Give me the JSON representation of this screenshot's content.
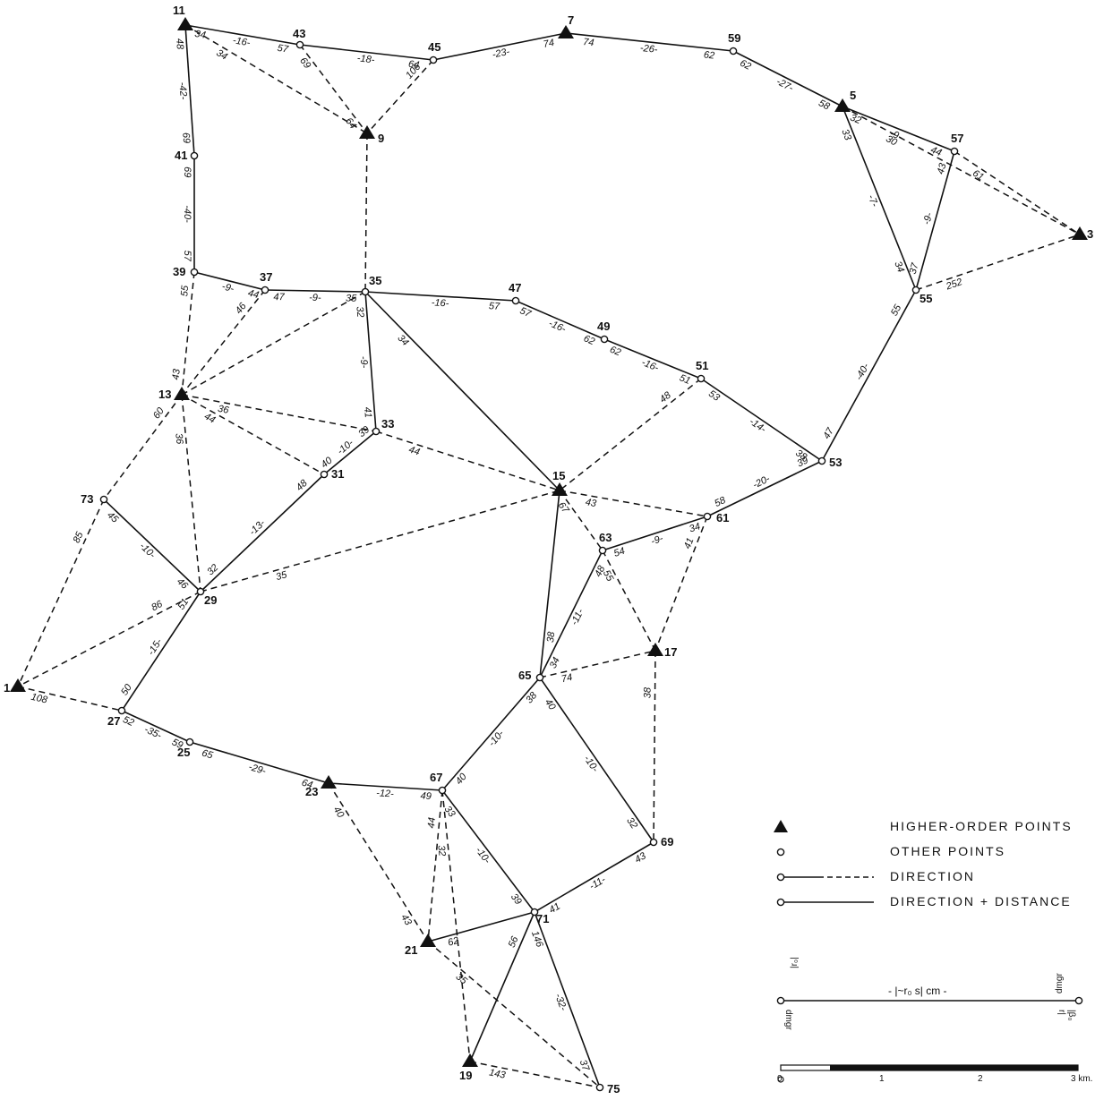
{
  "points": [
    {
      "id": "p11",
      "label": "11",
      "type": "higher"
    },
    {
      "id": "p43",
      "label": "43",
      "type": "other"
    },
    {
      "id": "p45",
      "label": "45",
      "type": "other"
    },
    {
      "id": "p7",
      "label": "7",
      "type": "higher"
    },
    {
      "id": "p59",
      "label": "59",
      "type": "other"
    },
    {
      "id": "p5",
      "label": "5",
      "type": "higher"
    },
    {
      "id": "p57",
      "label": "57",
      "type": "other"
    },
    {
      "id": "p3",
      "label": "3",
      "type": "higher"
    },
    {
      "id": "p9",
      "label": "9",
      "type": "higher"
    },
    {
      "id": "p41",
      "label": "41",
      "type": "other"
    },
    {
      "id": "p39",
      "label": "39",
      "type": "other"
    },
    {
      "id": "p37",
      "label": "37",
      "type": "other"
    },
    {
      "id": "p35",
      "label": "35",
      "type": "other"
    },
    {
      "id": "p47",
      "label": "47",
      "type": "other"
    },
    {
      "id": "p49",
      "label": "49",
      "type": "other"
    },
    {
      "id": "p51",
      "label": "51",
      "type": "other"
    },
    {
      "id": "p53",
      "label": "53",
      "type": "other"
    },
    {
      "id": "p55",
      "label": "55",
      "type": "other"
    },
    {
      "id": "p13",
      "label": "13",
      "type": "higher"
    },
    {
      "id": "p33",
      "label": "33",
      "type": "other"
    },
    {
      "id": "p31",
      "label": "31",
      "type": "other"
    },
    {
      "id": "p73",
      "label": "73",
      "type": "other"
    },
    {
      "id": "p29",
      "label": "29",
      "type": "other"
    },
    {
      "id": "p15",
      "label": "15",
      "type": "higher"
    },
    {
      "id": "p61",
      "label": "61",
      "type": "other"
    },
    {
      "id": "p63",
      "label": "63",
      "type": "other"
    },
    {
      "id": "p17",
      "label": "17",
      "type": "higher"
    },
    {
      "id": "p1",
      "label": "1",
      "type": "higher"
    },
    {
      "id": "p27",
      "label": "27",
      "type": "other"
    },
    {
      "id": "p25",
      "label": "25",
      "type": "other"
    },
    {
      "id": "p23",
      "label": "23",
      "type": "higher"
    },
    {
      "id": "p67",
      "label": "67",
      "type": "other"
    },
    {
      "id": "p65",
      "label": "65",
      "type": "other"
    },
    {
      "id": "p69",
      "label": "69",
      "type": "other"
    },
    {
      "id": "p71",
      "label": "71",
      "type": "other"
    },
    {
      "id": "p21",
      "label": "21",
      "type": "higher"
    },
    {
      "id": "p19",
      "label": "19",
      "type": "higher"
    },
    {
      "id": "p75",
      "label": "75",
      "type": "other"
    }
  ],
  "edges": [
    {
      "from": "p11",
      "to": "p43",
      "style": "solid",
      "labels": [
        "34",
        "-16-",
        "57"
      ]
    },
    {
      "from": "p43",
      "to": "p45",
      "style": "solid",
      "labels": [
        "-18-",
        "64"
      ]
    },
    {
      "from": "p45",
      "to": "p7",
      "style": "solid",
      "labels": [
        "-23-",
        "74"
      ]
    },
    {
      "from": "p7",
      "to": "p59",
      "style": "solid",
      "labels": [
        "74",
        "-26-",
        "62"
      ]
    },
    {
      "from": "p59",
      "to": "p5",
      "style": "solid",
      "labels": [
        "62",
        "-27-",
        "58"
      ]
    },
    {
      "from": "p5",
      "to": "p57",
      "style": "solid",
      "labels": [
        "32",
        "-9-",
        "44"
      ]
    },
    {
      "from": "p5",
      "to": "p55",
      "style": "solid",
      "labels": [
        "33",
        "-7-",
        "34"
      ]
    },
    {
      "from": "p57",
      "to": "p55",
      "style": "solid",
      "labels": [
        "43",
        "-9-",
        "37"
      ]
    },
    {
      "from": "p55",
      "to": "p53",
      "style": "solid",
      "labels": [
        "55",
        "-40-",
        "47"
      ]
    },
    {
      "from": "p11",
      "to": "p41",
      "style": "solid",
      "labels": [
        "48",
        "-42-",
        "69"
      ]
    },
    {
      "from": "p41",
      "to": "p39",
      "style": "solid",
      "labels": [
        "69",
        "-40-",
        "57"
      ]
    },
    {
      "from": "p39",
      "to": "p37",
      "style": "solid",
      "labels": [
        "-9-",
        "44"
      ]
    },
    {
      "from": "p37",
      "to": "p35",
      "style": "solid",
      "labels": [
        "47",
        "-9-",
        "35"
      ]
    },
    {
      "from": "p35",
      "to": "p47",
      "style": "solid",
      "labels": [
        "-16-",
        "57"
      ]
    },
    {
      "from": "p47",
      "to": "p49",
      "style": "solid",
      "labels": [
        "57",
        "-16-",
        "62"
      ]
    },
    {
      "from": "p49",
      "to": "p51",
      "style": "solid",
      "labels": [
        "62",
        "-16-",
        "51"
      ]
    },
    {
      "from": "p51",
      "to": "p53",
      "style": "solid",
      "labels": [
        "53",
        "-14-",
        "38"
      ]
    },
    {
      "from": "p53",
      "to": "p61",
      "style": "solid",
      "labels": [
        "39",
        "-20-",
        "58"
      ]
    },
    {
      "from": "p35",
      "to": "p33",
      "style": "solid",
      "labels": [
        "32",
        "-9-",
        "41"
      ]
    },
    {
      "from": "p35",
      "to": "p15",
      "style": "solid",
      "labels": [
        "34"
      ]
    },
    {
      "from": "p33",
      "to": "p31",
      "style": "solid",
      "labels": [
        "39",
        "-10-",
        "40"
      ]
    },
    {
      "from": "p31",
      "to": "p29",
      "style": "solid",
      "labels": [
        "48",
        "-13-",
        "32"
      ]
    },
    {
      "from": "p73",
      "to": "p29",
      "style": "solid",
      "labels": [
        "45",
        "-10-",
        "46"
      ]
    },
    {
      "from": "p29",
      "to": "p27",
      "style": "solid",
      "labels": [
        "51",
        "-15-",
        "50"
      ]
    },
    {
      "from": "p27",
      "to": "p25",
      "style": "solid",
      "labels": [
        "52",
        "-35-",
        "59"
      ]
    },
    {
      "from": "p25",
      "to": "p23",
      "style": "solid",
      "labels": [
        "65",
        "-29-",
        "64"
      ]
    },
    {
      "from": "p23",
      "to": "p67",
      "style": "solid",
      "labels": [
        "-12-",
        "49"
      ]
    },
    {
      "from": "p67",
      "to": "p65",
      "style": "solid",
      "labels": [
        "40",
        "-10-",
        "38"
      ]
    },
    {
      "from": "p65",
      "to": "p15",
      "style": "solid",
      "labels": [
        "38"
      ]
    },
    {
      "from": "p65",
      "to": "p63",
      "style": "solid",
      "labels": [
        "34",
        "-11-",
        "48"
      ]
    },
    {
      "from": "p63",
      "to": "p61",
      "style": "solid",
      "labels": [
        "54",
        "-9-",
        "34"
      ]
    },
    {
      "from": "p65",
      "to": "p69",
      "style": "solid",
      "labels": [
        "40",
        "-10-",
        "32"
      ]
    },
    {
      "from": "p67",
      "to": "p71",
      "style": "solid",
      "labels": [
        "33",
        "-10-",
        "39"
      ]
    },
    {
      "from": "p71",
      "to": "p69",
      "style": "solid",
      "labels": [
        "41",
        "-11-",
        "43"
      ]
    },
    {
      "from": "p71",
      "to": "p75",
      "style": "solid",
      "labels": [
        "146",
        "-32-",
        "37"
      ]
    },
    {
      "from": "p71",
      "to": "p19",
      "style": "solid",
      "labels": [
        "56"
      ]
    },
    {
      "from": "p21",
      "to": "p71",
      "style": "solid",
      "labels": [
        "62"
      ]
    },
    {
      "from": "p11",
      "to": "p9",
      "style": "dashed",
      "labels": [
        "34"
      ]
    },
    {
      "from": "p43",
      "to": "p9",
      "style": "dashed",
      "labels": [
        "69",
        "64"
      ]
    },
    {
      "from": "p45",
      "to": "p9",
      "style": "dashed",
      "labels": [
        "106"
      ]
    },
    {
      "from": "p9",
      "to": "p35",
      "style": "dashed",
      "labels": []
    },
    {
      "from": "p5",
      "to": "p3",
      "style": "dashed",
      "labels": [
        "30"
      ]
    },
    {
      "from": "p57",
      "to": "p3",
      "style": "dashed",
      "labels": [
        "61"
      ]
    },
    {
      "from": "p55",
      "to": "p3",
      "style": "dashed",
      "labels": [
        "252"
      ]
    },
    {
      "from": "p39",
      "to": "p13",
      "style": "dashed",
      "labels": [
        "55",
        "43"
      ]
    },
    {
      "from": "p37",
      "to": "p13",
      "style": "dashed",
      "labels": [
        "46"
      ]
    },
    {
      "from": "p35",
      "to": "p13",
      "style": "dashed",
      "labels": []
    },
    {
      "from": "p13",
      "to": "p33",
      "style": "dashed",
      "labels": [
        "36"
      ]
    },
    {
      "from": "p13",
      "to": "p31",
      "style": "dashed",
      "labels": [
        "44"
      ]
    },
    {
      "from": "p13",
      "to": "p73",
      "style": "dashed",
      "labels": [
        "60"
      ]
    },
    {
      "from": "p13",
      "to": "p29",
      "style": "dashed",
      "labels": [
        "36"
      ]
    },
    {
      "from": "p33",
      "to": "p15",
      "style": "dashed",
      "labels": [
        "44"
      ]
    },
    {
      "from": "p51",
      "to": "p15",
      "style": "dashed",
      "labels": [
        "48"
      ]
    },
    {
      "from": "p15",
      "to": "p61",
      "style": "dashed",
      "labels": [
        "43"
      ]
    },
    {
      "from": "p29",
      "to": "p15",
      "style": "dashed",
      "labels": [
        "35"
      ]
    },
    {
      "from": "p15",
      "to": "p63",
      "style": "dashed",
      "labels": [
        "67"
      ]
    },
    {
      "from": "p63",
      "to": "p17",
      "style": "dashed",
      "labels": [
        "55"
      ]
    },
    {
      "from": "p61",
      "to": "p17",
      "style": "dashed",
      "labels": [
        "41"
      ]
    },
    {
      "from": "p73",
      "to": "p1",
      "style": "dashed",
      "labels": [
        "85"
      ]
    },
    {
      "from": "p29",
      "to": "p1",
      "style": "dashed",
      "labels": [
        "86"
      ]
    },
    {
      "from": "p1",
      "to": "p27",
      "style": "dashed",
      "labels": [
        "108"
      ]
    },
    {
      "from": "p65",
      "to": "p17",
      "style": "dashed",
      "labels": [
        "74"
      ]
    },
    {
      "from": "p17",
      "to": "p69",
      "style": "dashed",
      "labels": [
        "38"
      ]
    },
    {
      "from": "p23",
      "to": "p21",
      "style": "dashed",
      "labels": [
        "40",
        "43"
      ]
    },
    {
      "from": "p67",
      "to": "p21",
      "style": "dashed",
      "labels": [
        "44"
      ]
    },
    {
      "from": "p67",
      "to": "p19",
      "style": "dashed",
      "labels": [
        "32"
      ]
    },
    {
      "from": "p21",
      "to": "p75",
      "style": "dashed",
      "labels": [
        "35"
      ]
    },
    {
      "from": "p19",
      "to": "p75",
      "style": "dashed",
      "labels": [
        "143"
      ]
    }
  ],
  "legend": {
    "higher": "HIGHER-ORDER POINTS",
    "other": "OTHER POINTS",
    "direction": "DIRECTION",
    "direction_distance": "DIRECTION + DISTANCE"
  },
  "scale_info": {
    "middle": "- |~r₀ s| cm -",
    "left_top": "|r₀|",
    "left_bottom": "dmgr",
    "right_top": "dmgr",
    "right_bottom": "|β₀ r|"
  },
  "scale_bar": {
    "ticks": [
      "0",
      "1",
      "2",
      "3 km."
    ]
  }
}
